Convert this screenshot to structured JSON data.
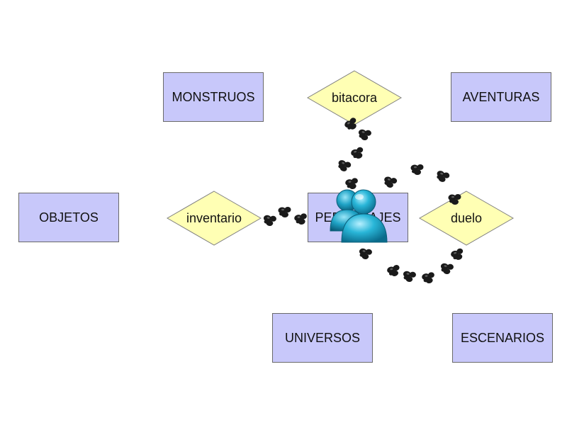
{
  "entities": {
    "monstruos": "MONSTRUOS",
    "aventuras": "AVENTURAS",
    "objetos": "OBJETOS",
    "personajes": "PERSONAJES",
    "universos": "UNIVERSOS",
    "escenarios": "ESCENARIOS"
  },
  "relationships": {
    "bitacora": "bitacora",
    "inventario": "inventario",
    "duelo": "duelo"
  },
  "colors": {
    "entity_fill": "#c8c8fa",
    "relationship_fill": "#ffffb4",
    "footprint": "#1a1a1a",
    "user_icon": "#29b6d8"
  },
  "icons": {
    "center": "users-icon",
    "trail": "footprint-icon"
  }
}
